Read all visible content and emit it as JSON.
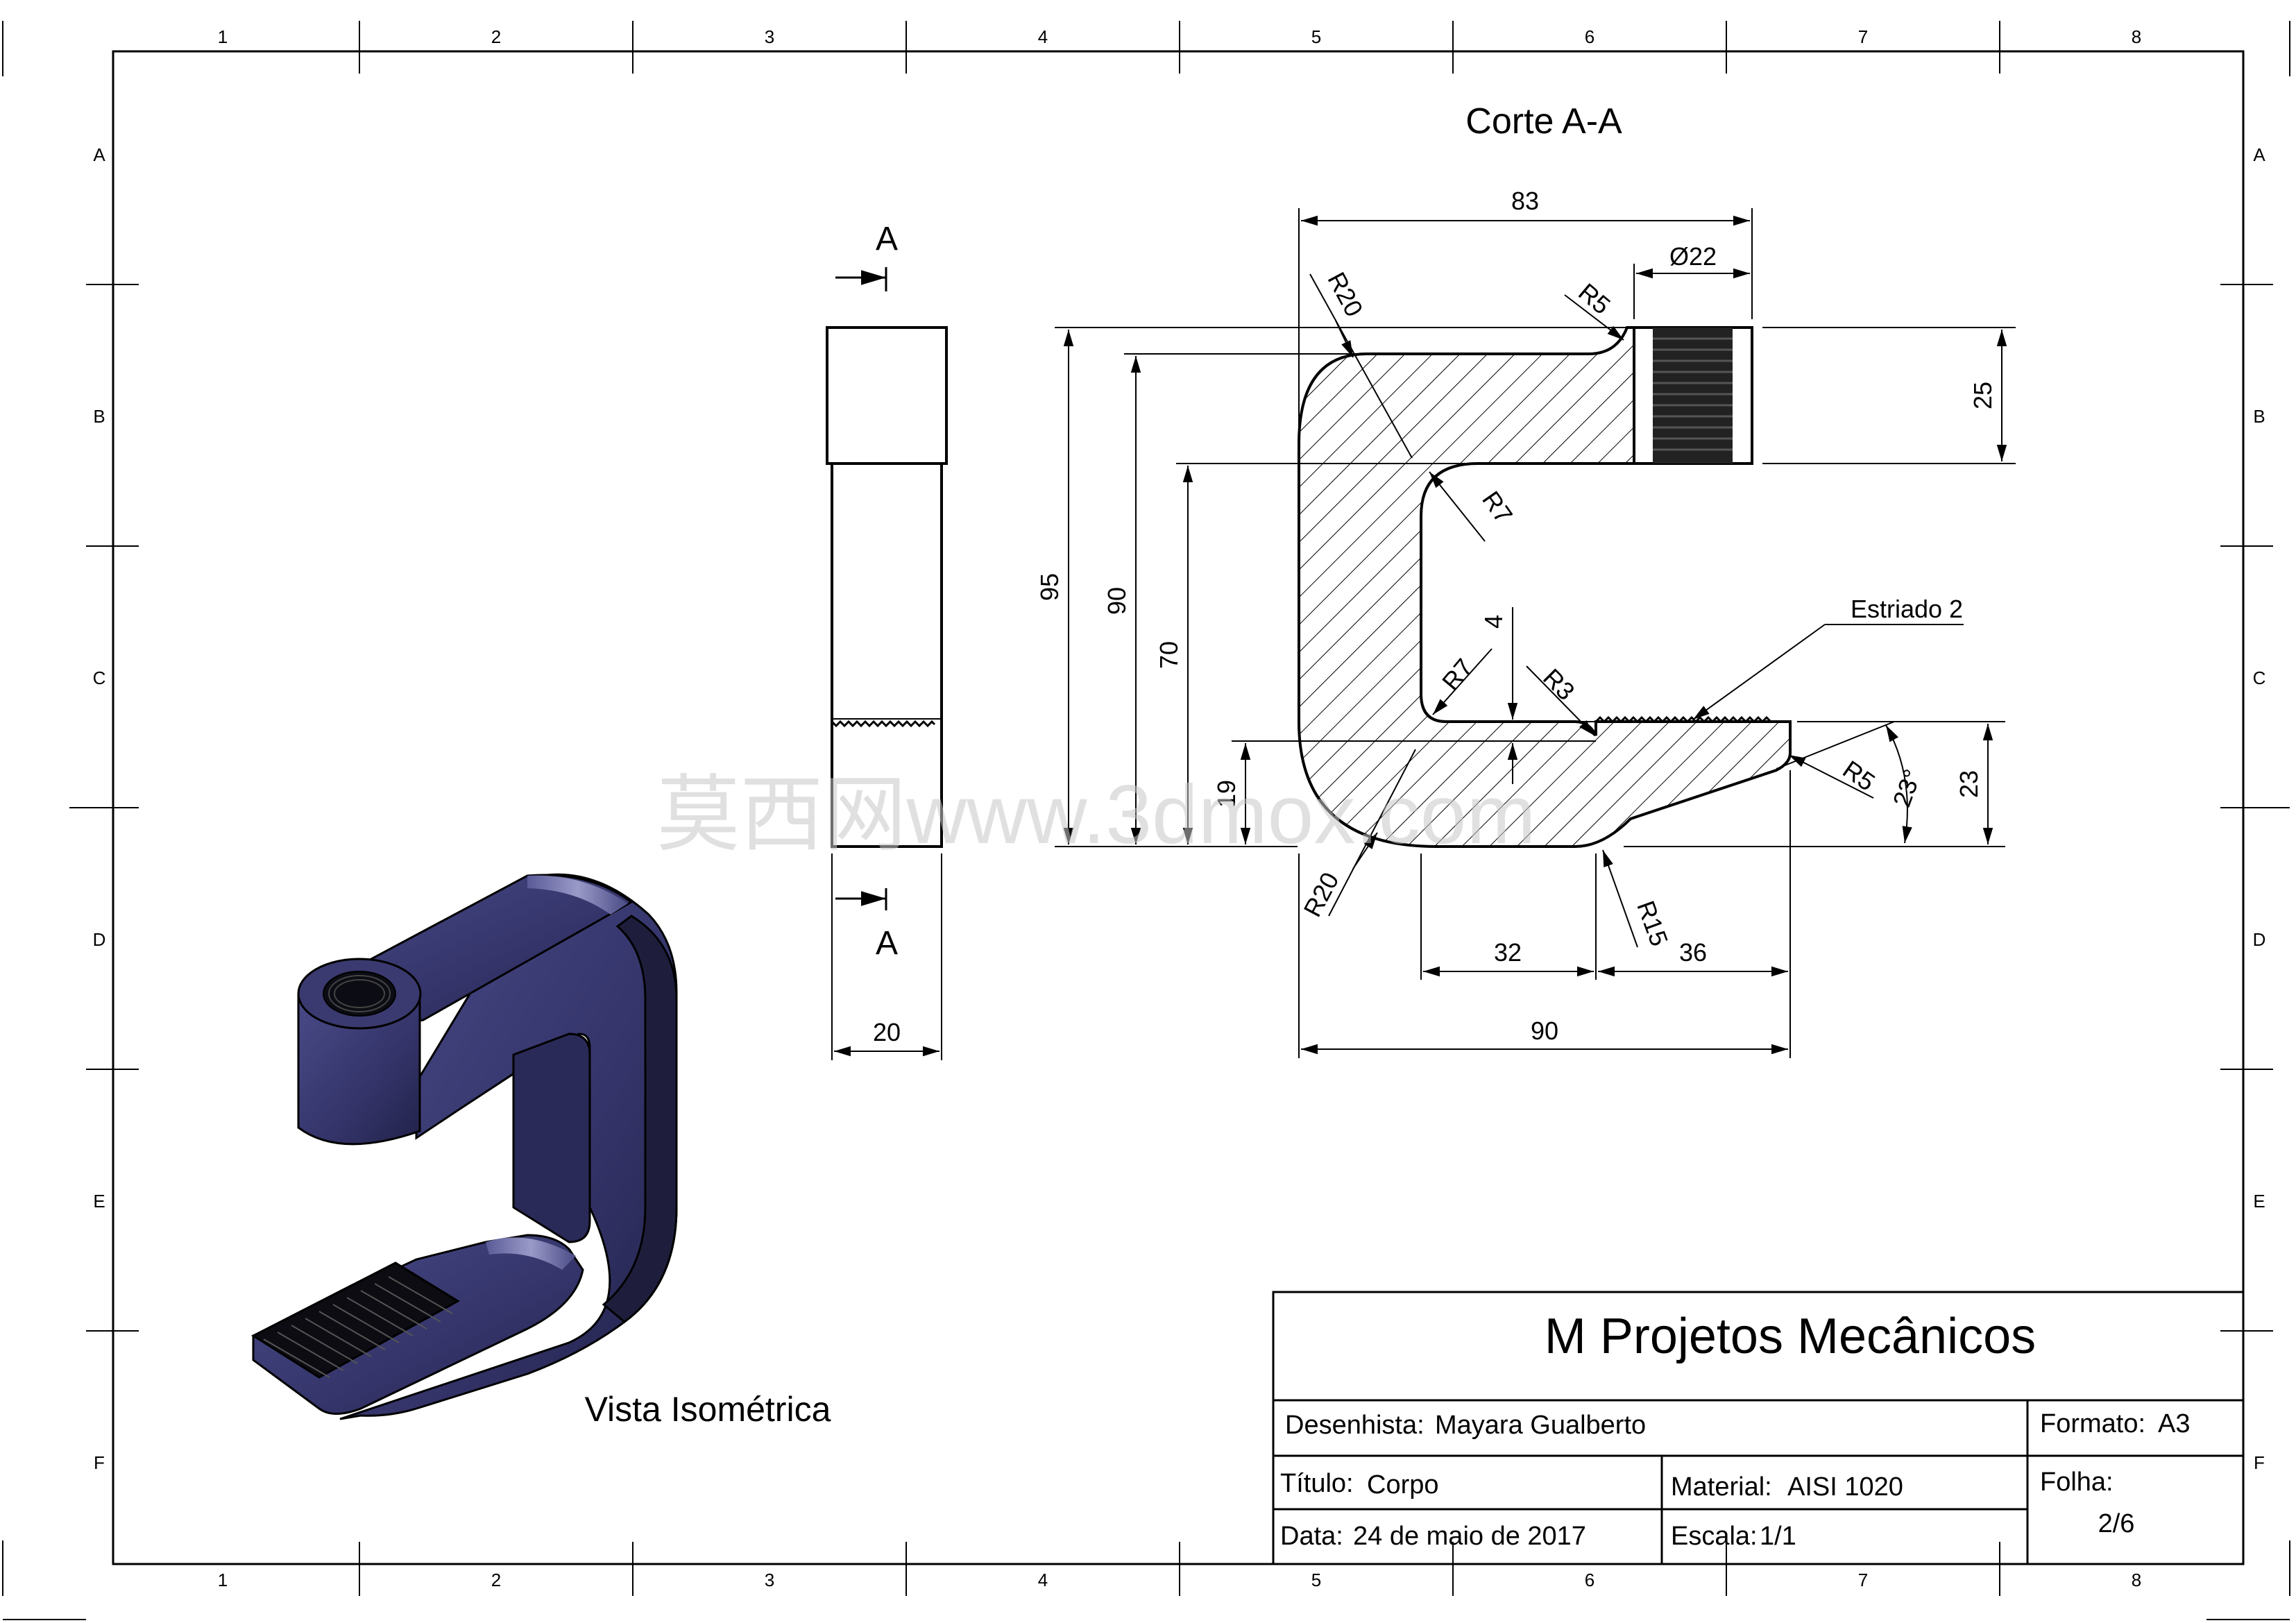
{
  "zones": {
    "columns": [
      "1",
      "2",
      "3",
      "4",
      "5",
      "6",
      "7",
      "8"
    ],
    "rows": [
      "A",
      "B",
      "C",
      "D",
      "E",
      "F"
    ]
  },
  "section_title": "Corte A-A",
  "section_marker": {
    "letter_top": "A",
    "letter_bottom": "A"
  },
  "dimensions": {
    "side_width": "20",
    "overall_top": "83",
    "thread_dia": "Ø22",
    "r5_top": "R5",
    "r20_top": "R20",
    "r7_inner": "R7",
    "boss_height": "25",
    "h95": "95",
    "h90": "90",
    "h70": "70",
    "h19": "19",
    "gap4": "4",
    "r7_lower": "R7",
    "r3": "R3",
    "r20_bottom": "R20",
    "r15": "R15",
    "jaw_height": "23",
    "angle": "23°",
    "r5_tip": "R5",
    "w32": "32",
    "w36": "36",
    "w90": "90",
    "knurl_label": "Estriado 2"
  },
  "iso_label": "Vista Isométrica",
  "watermark": "莫西网www.3dmox.com",
  "title_block": {
    "company": "M Projetos Mecânicos",
    "drafter_label": "Desenhista:",
    "drafter": "Mayara Gualberto",
    "format_label": "Formato:",
    "format": "A3",
    "title_label": "Título:",
    "title": "Corpo",
    "material_label": "Material:",
    "material": "AISI 1020",
    "sheet_label": "Folha:",
    "sheet": "2/6",
    "date_label": "Data:",
    "date": "24 de maio de 2017",
    "scale_label": "Escala:",
    "scale": "1/1"
  },
  "colors": {
    "iso_body": "#3a3a6e",
    "iso_highlight": "#8a8ab8",
    "iso_dark": "#1e1e3c"
  }
}
